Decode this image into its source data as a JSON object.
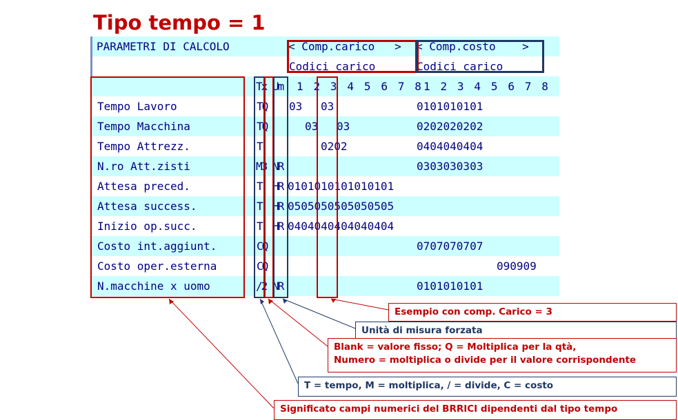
{
  "title": "Tipo tempo = 1",
  "screen": {
    "header_label": "PARAMETRI DI CALCOLO",
    "comp_carico": "< Comp.carico   >",
    "comp_costo": "< Comp.costo    >",
    "codici_carico_1": "Codici carico",
    "codici_carico_2": "Codici carico",
    "col_tx": "Tx",
    "col_um": "Um",
    "col_nums_1": "1 2 3 4 5 6 7 8",
    "col_nums_2": "1 2 3 4 5 6 7 8",
    "rows": [
      {
        "label": "Tempo Lavoro",
        "tx": "TQ",
        "um": "",
        "values": [
          {
            "text": "03"
          },
          {
            "text": "03"
          },
          {
            "text": "0101010101"
          }
        ]
      },
      {
        "label": "Tempo Macchina",
        "tx": "TQ",
        "um": "",
        "values": [
          {
            "text": "03"
          },
          {
            "text": "03"
          },
          {
            "text": "0202020202"
          }
        ]
      },
      {
        "label": "Tempo Attrezz.",
        "tx": "T",
        "um": "",
        "values": [
          {
            "text": "0202"
          },
          {
            "text": "0404040404"
          }
        ]
      },
      {
        "label": "N.ro Att.zisti",
        "tx": "M3",
        "um": "NR",
        "values": [
          {
            "text": "0303030303"
          }
        ]
      },
      {
        "label": "Attesa preced.",
        "tx": "T",
        "um": "HR",
        "values": [
          {
            "text": "0101010101010101"
          }
        ]
      },
      {
        "label": "Attesa success.",
        "tx": "T",
        "um": "HR",
        "values": [
          {
            "text": "0505050505050505"
          }
        ]
      },
      {
        "label": "Inizio op.succ.",
        "tx": "T",
        "um": "HR",
        "values": [
          {
            "text": "0404040404040404"
          }
        ]
      },
      {
        "label": "Costo int.aggiunt.",
        "tx": "CQ",
        "um": "",
        "values": [
          {
            "text": "0707070707"
          }
        ]
      },
      {
        "label": "Costo oper.esterna",
        "tx": "CQ",
        "um": "",
        "values": [
          {
            "text": "090909"
          }
        ]
      },
      {
        "label": "N.macchine x uomo",
        "tx": "/2",
        "um": "NR",
        "values": [
          {
            "text": "0101010101"
          }
        ]
      }
    ]
  },
  "callouts": {
    "c1": "Esempio con comp. Carico = 3",
    "c2": "Unità di misura forzata",
    "c3_line1": "Blank = valore fisso; Q = Moltiplica per la qtà,",
    "c3_line2": "Numero = moltiplica o divide per il valore corrispondente",
    "c4": "T =  tempo, M = moltiplica, / = divide, C = costo",
    "c5": "Significato campi numerici del BRRICI dipendenti dal tipo tempo"
  },
  "colors": {
    "red": "#c00000",
    "navy": "#1f3864",
    "cyan": "#ccffff",
    "text": "#000080"
  }
}
